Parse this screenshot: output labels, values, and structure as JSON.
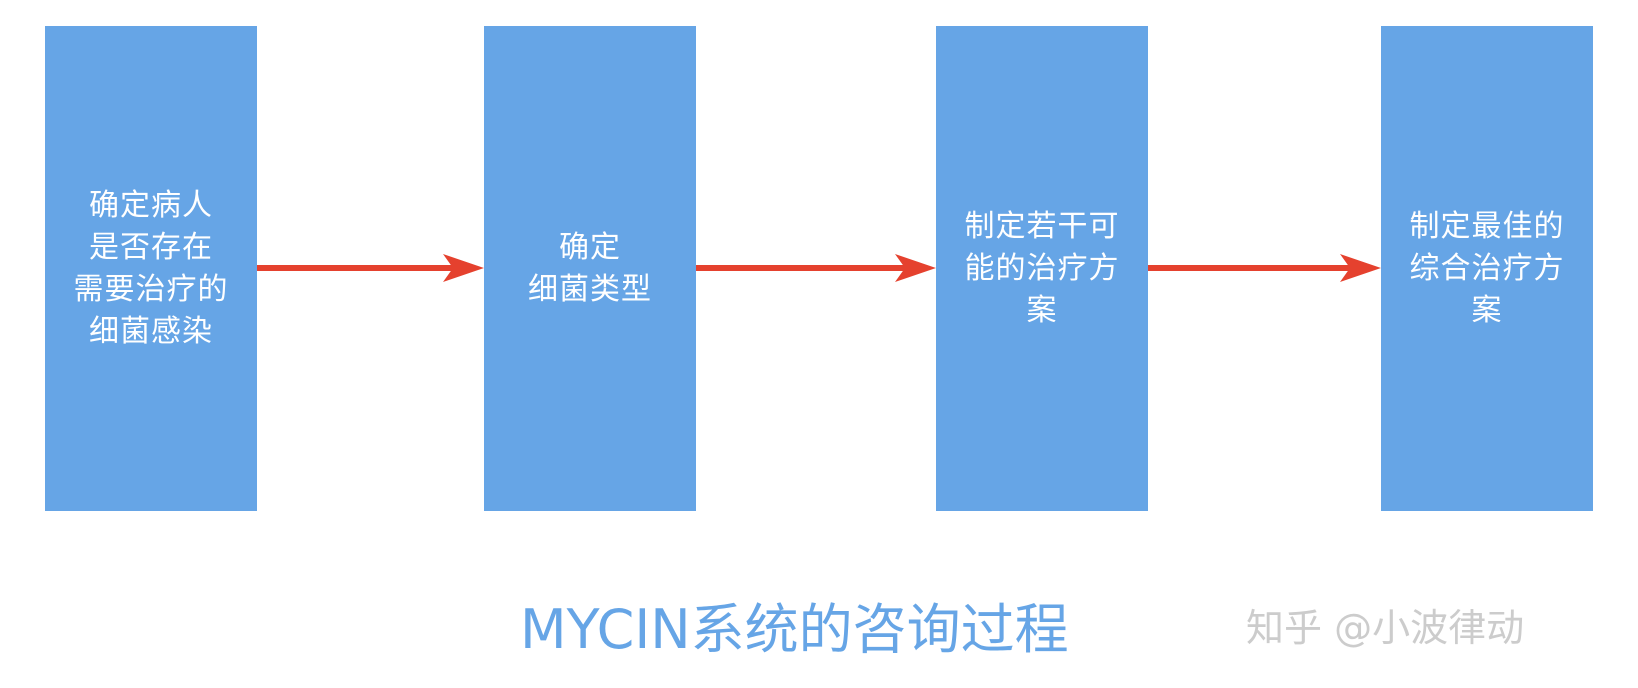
{
  "diagram": {
    "steps": [
      {
        "label": "确定病人\n是否存在\n需要治疗的\n细菌感染"
      },
      {
        "label": "确定\n细菌类型"
      },
      {
        "label": "制定若干可\n能的治疗方\n案"
      },
      {
        "label": "制定最佳的\n综合治疗方\n案"
      }
    ],
    "caption": "MYCIN系统的咨询过程",
    "watermark": "知乎 @小波律动"
  },
  "colors": {
    "box": "#66a5e6",
    "arrow": "#e5412e",
    "box_text": "#ffffff",
    "caption": "#66a5e6"
  }
}
